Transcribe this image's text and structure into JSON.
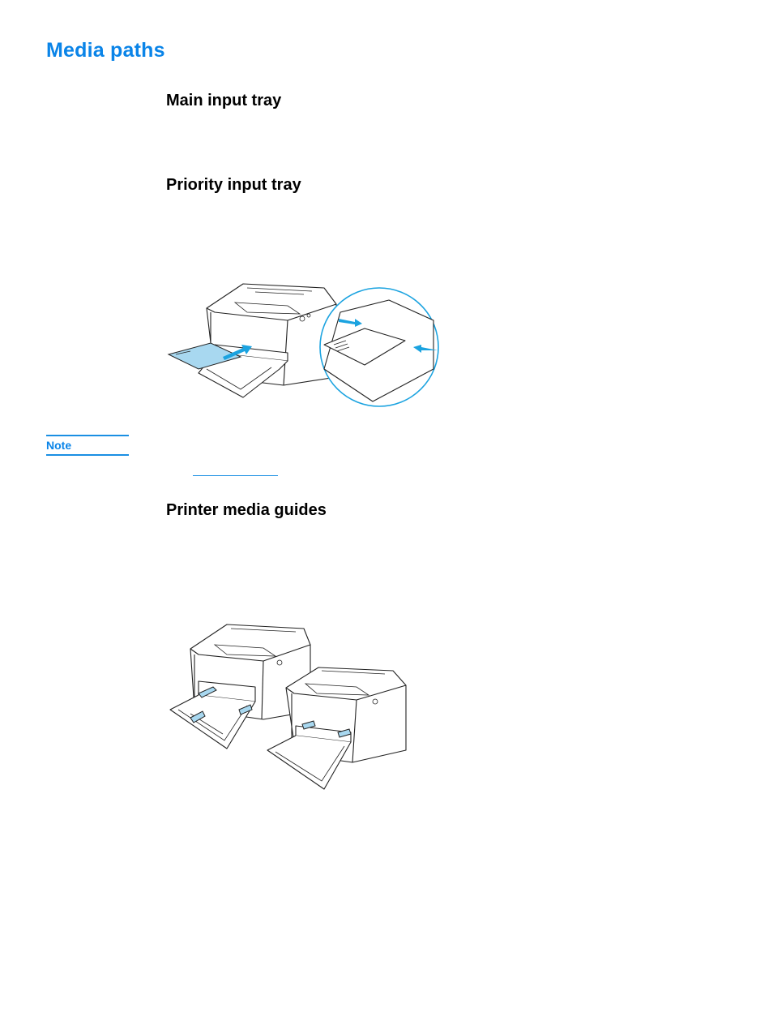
{
  "page": {
    "title": "Media paths"
  },
  "sections": {
    "main_input_tray": {
      "heading": "Main input tray"
    },
    "priority_input_tray": {
      "heading": "Priority input tray"
    },
    "printer_media_guides": {
      "heading": "Printer media guides"
    }
  },
  "note": {
    "label": "Note"
  },
  "colors": {
    "heading_blue": "#0a84e8",
    "rule_blue": "#1a8fe3",
    "illustration_blue": "#1ba3e0"
  }
}
